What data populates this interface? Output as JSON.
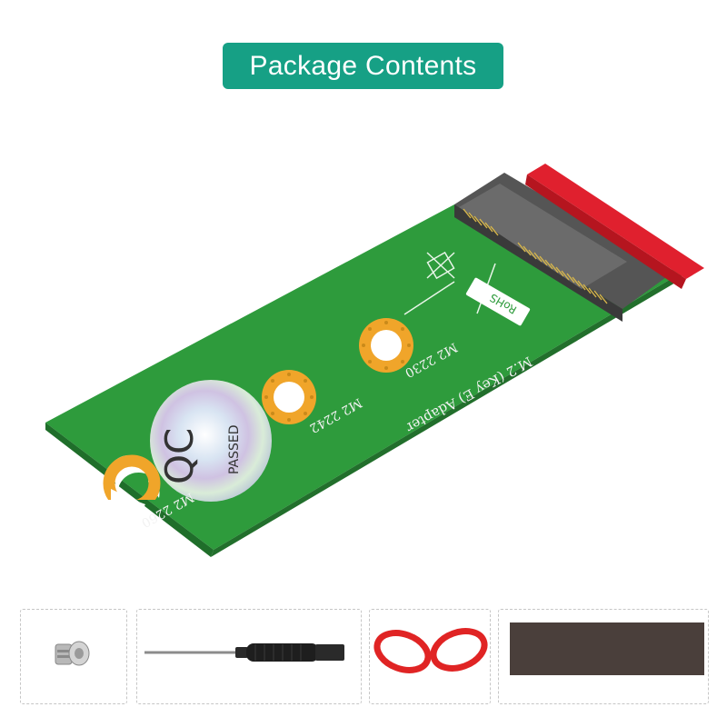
{
  "header": {
    "title": "Package Contents",
    "badge_color": "#16a085"
  },
  "adapter": {
    "label_title": "M.2 (Key E) Adapter",
    "positions": [
      "M2 2230",
      "M2 2242",
      "M2 2260"
    ],
    "rohs_label": "RoHS",
    "qc_sticker": {
      "main": "QC",
      "sub": "PASSED"
    },
    "colors": {
      "pcb": "#2e9b3c",
      "pad": "#f0a52a",
      "connector_cover": "#e0202e",
      "connector_body": "#4a4a4a"
    }
  },
  "accessories": [
    {
      "name": "standoff screw",
      "icon": "screw-icon"
    },
    {
      "name": "screwdriver",
      "icon": "screwdriver-icon"
    },
    {
      "name": "rubber rings",
      "icon": "rubber-ring-icon"
    },
    {
      "name": "thermal pad",
      "icon": "thermal-pad-icon",
      "color": "#4a3f3b"
    }
  ]
}
